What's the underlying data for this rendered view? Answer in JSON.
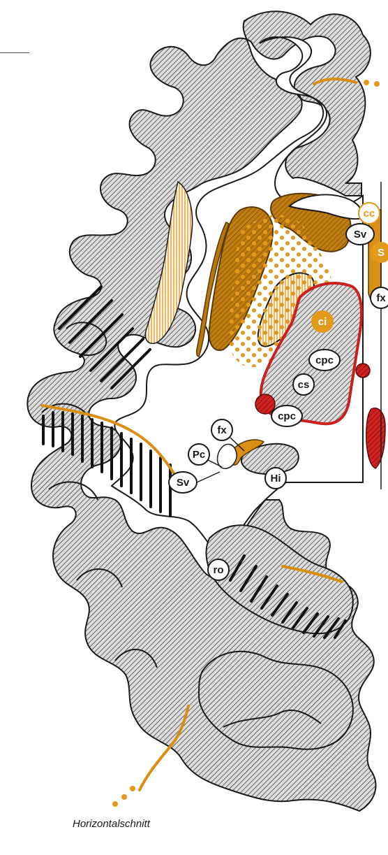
{
  "caption": "Horizontalschnitt",
  "colors": {
    "cortex_fill": "#d9d9d9",
    "outline": "#1a1a1a",
    "accent_orange": "#d88f14",
    "accent_brown": "#b8760c",
    "accent_red": "#cc1f1f",
    "hatch_black": "#111111"
  },
  "labels": {
    "cc": "cc",
    "s": "S",
    "sv_top": "Sv",
    "fx_right": "fx",
    "ci": "ci",
    "cpc_upper": "cpc",
    "cs": "cs",
    "cpc_lower": "cpc",
    "fx_mid": "fx",
    "pc": "Pc",
    "sv_left": "Sv",
    "hi": "Hi",
    "ro": "ro"
  }
}
